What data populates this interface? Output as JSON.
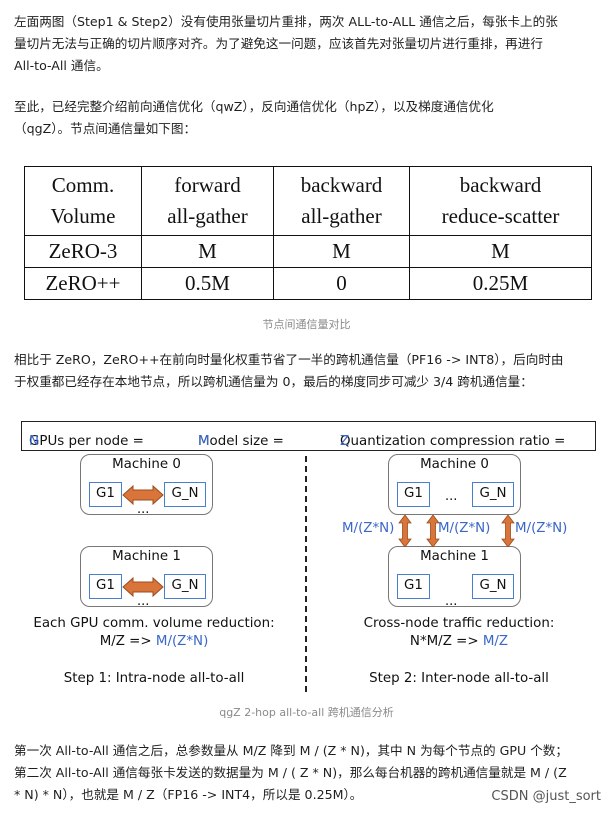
{
  "intro": {
    "lines": [
      "左面两图（Step1 & Step2）没有使用张量切片重排，两次 ALL-to-ALL 通信之后，每张卡上的张",
      "量切片无法与正确的切片顺序对齐。为了避免这一问题，应该首先对张量切片进行重排，再进行",
      "All-to-All 通信。"
    ]
  },
  "summary": {
    "lines": [
      "至此，已经完整介绍前向通信优化（qwZ），反向通信优化（hpZ），以及梯度通信优化",
      "（qgZ）。节点间通信量如下图："
    ]
  },
  "table": {
    "header": [
      [
        "Comm.",
        "Volume"
      ],
      [
        "forward",
        "all-gather"
      ],
      [
        "backward",
        "all-gather"
      ],
      [
        "backward",
        "reduce-scatter"
      ]
    ],
    "rows": [
      [
        "ZeRO-3",
        "M",
        "M",
        "M"
      ],
      [
        "ZeRO++",
        "0.5M",
        "0",
        "0.25M"
      ]
    ]
  },
  "caption1": "节点间通信量对比",
  "compare": {
    "lines": [
      "相比于 ZeRO，ZeRO++在前向时量化权重节省了一半的跨机通信量（PF16 -> INT8），后向时由",
      "于权重都已经存在本地节点，所以跨机通信量为 0，最后的梯度同步可减少 3/4 跨机通信量："
    ]
  },
  "figure": {
    "top": {
      "gpus_label": "GPUs per node = ",
      "gpus_var": "N",
      "model_label": "Model size = ",
      "model_var": "M",
      "quant_label": "Quantization compression ratio = ",
      "quant_var": "Z"
    },
    "machine0": "Machine 0",
    "machine1": "Machine 1",
    "g1": "G1",
    "gn": "G_N",
    "dots": "...",
    "left_caption": "Each GPU comm. volume reduction:",
    "left_formula_prefix": "M/Z => ",
    "left_formula_result": "M/(Z*N)",
    "right_caption": "Cross-node traffic reduction:",
    "right_formula_prefix": "N*M/Z => ",
    "right_formula_result": "M/Z",
    "arrow_label": "M/(Z*N)",
    "step1": "Step 1: Intra-node all-to-all",
    "step2": "Step 2: Inter-node all-to-all",
    "accent_blue": "#3a67c9",
    "arrow_orange": "#d9743a"
  },
  "caption2": "qgZ 2-hop all-to-all 跨机通信分析",
  "conclusion": {
    "lines": [
      "第一次 All-to-All 通信之后，总参数量从 M/Z 降到 M / (Z * N)，其中 N 为每个节点的 GPU 个数；",
      "第二次 All-to-All 通信每张卡发送的数据量为 M / ( Z * N)，那么每台机器的跨机通信量就是 M / (Z",
      "* N) * N），也就是 M / Z（FP16 -> INT4，所以是 0.25M）。"
    ]
  },
  "watermark": "CSDN @just_sort"
}
